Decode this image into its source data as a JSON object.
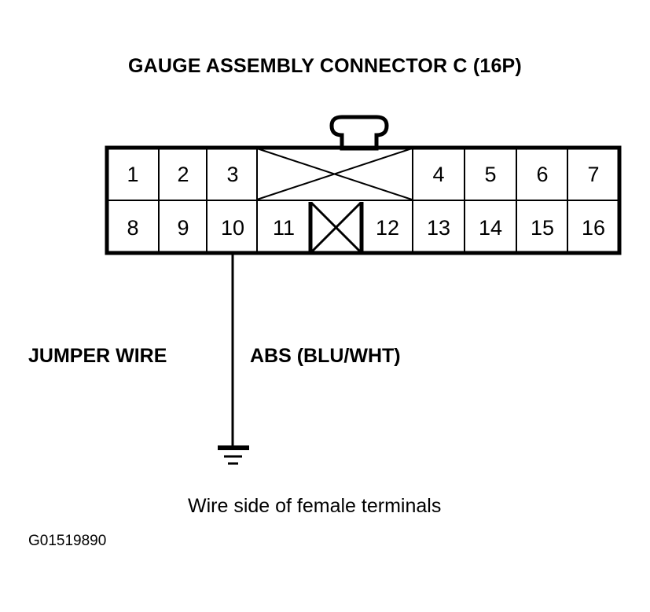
{
  "title": "GAUGE ASSEMBLY CONNECTOR C (16P)",
  "figure_id": "G01519890",
  "caption": "Wire side of female terminals",
  "labels": {
    "jumper_wire": "JUMPER WIRE",
    "circuit": "ABS (BLU/WHT)"
  },
  "colors": {
    "line": "#000000",
    "background": "#ffffff"
  },
  "connector": {
    "name": "Gauge Assembly Connector C",
    "cavity_count": "16P",
    "top_row": [
      {
        "pin": "1",
        "blank": false
      },
      {
        "pin": "2",
        "blank": false
      },
      {
        "pin": "3",
        "blank": false
      },
      {
        "pin": "",
        "blank": true
      },
      {
        "pin": "4",
        "blank": false
      },
      {
        "pin": "5",
        "blank": false
      },
      {
        "pin": "6",
        "blank": false
      },
      {
        "pin": "7",
        "blank": false
      }
    ],
    "bottom_row": [
      {
        "pin": "8",
        "blank": false
      },
      {
        "pin": "9",
        "blank": false
      },
      {
        "pin": "10",
        "blank": false
      },
      {
        "pin": "11",
        "blank": false
      },
      {
        "pin": "",
        "blank": true
      },
      {
        "pin": "12",
        "blank": false
      },
      {
        "pin": "13",
        "blank": false
      },
      {
        "pin": "14",
        "blank": false
      },
      {
        "pin": "15",
        "blank": false
      },
      {
        "pin": "16",
        "blank": false
      }
    ],
    "probe_pin": "10",
    "locking_tab": "locking-tab"
  }
}
